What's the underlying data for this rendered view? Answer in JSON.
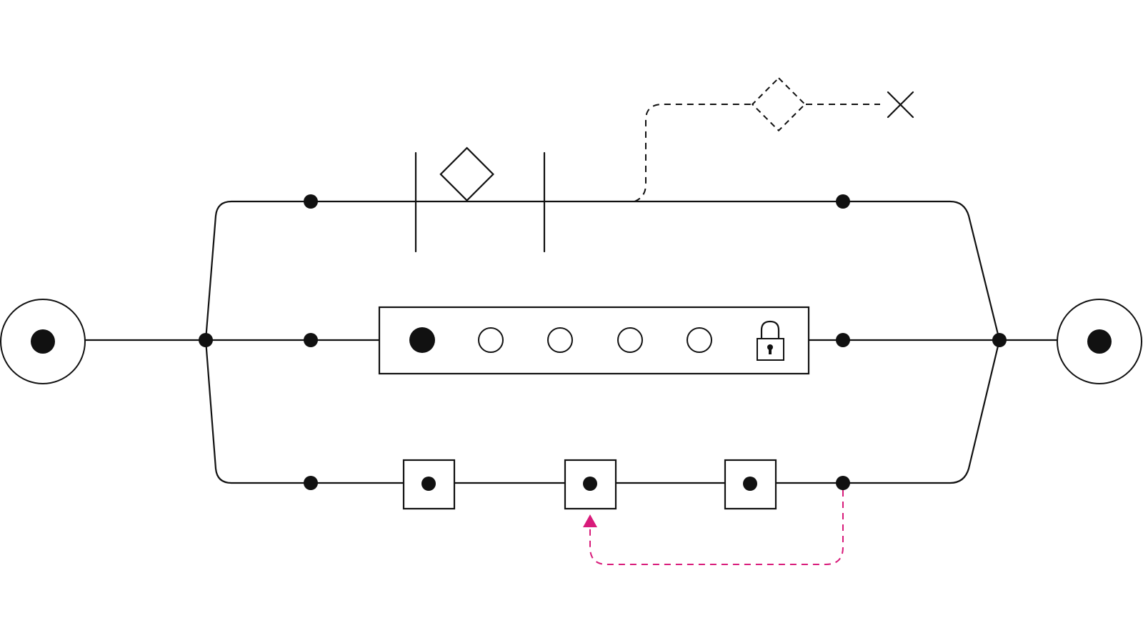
{
  "diagram": {
    "colors": {
      "ink": "#111111",
      "accent": "#d81b7a",
      "background": "#ffffff"
    },
    "start_terminal": {
      "icon": "filled-circle-in-ring-icon"
    },
    "end_terminal": {
      "icon": "filled-circle-in-ring-icon"
    },
    "paths": {
      "upper": {
        "gateway_icon": "diamond-icon",
        "side_branch": {
          "gateway_icon": "dashed-diamond-icon",
          "end_icon": "cross-icon",
          "style": "dashed"
        }
      },
      "middle": {
        "container": {
          "slots": [
            "filled",
            "empty",
            "empty",
            "empty",
            "empty"
          ],
          "trailing_icon": "padlock-icon"
        }
      },
      "lower": {
        "task_count": 3,
        "task_icon": "square-with-dot-icon",
        "loop_back": {
          "from": "lower-path-end-junction",
          "to": "task-2",
          "style": "dashed",
          "color": "#d81b7a"
        }
      }
    }
  }
}
